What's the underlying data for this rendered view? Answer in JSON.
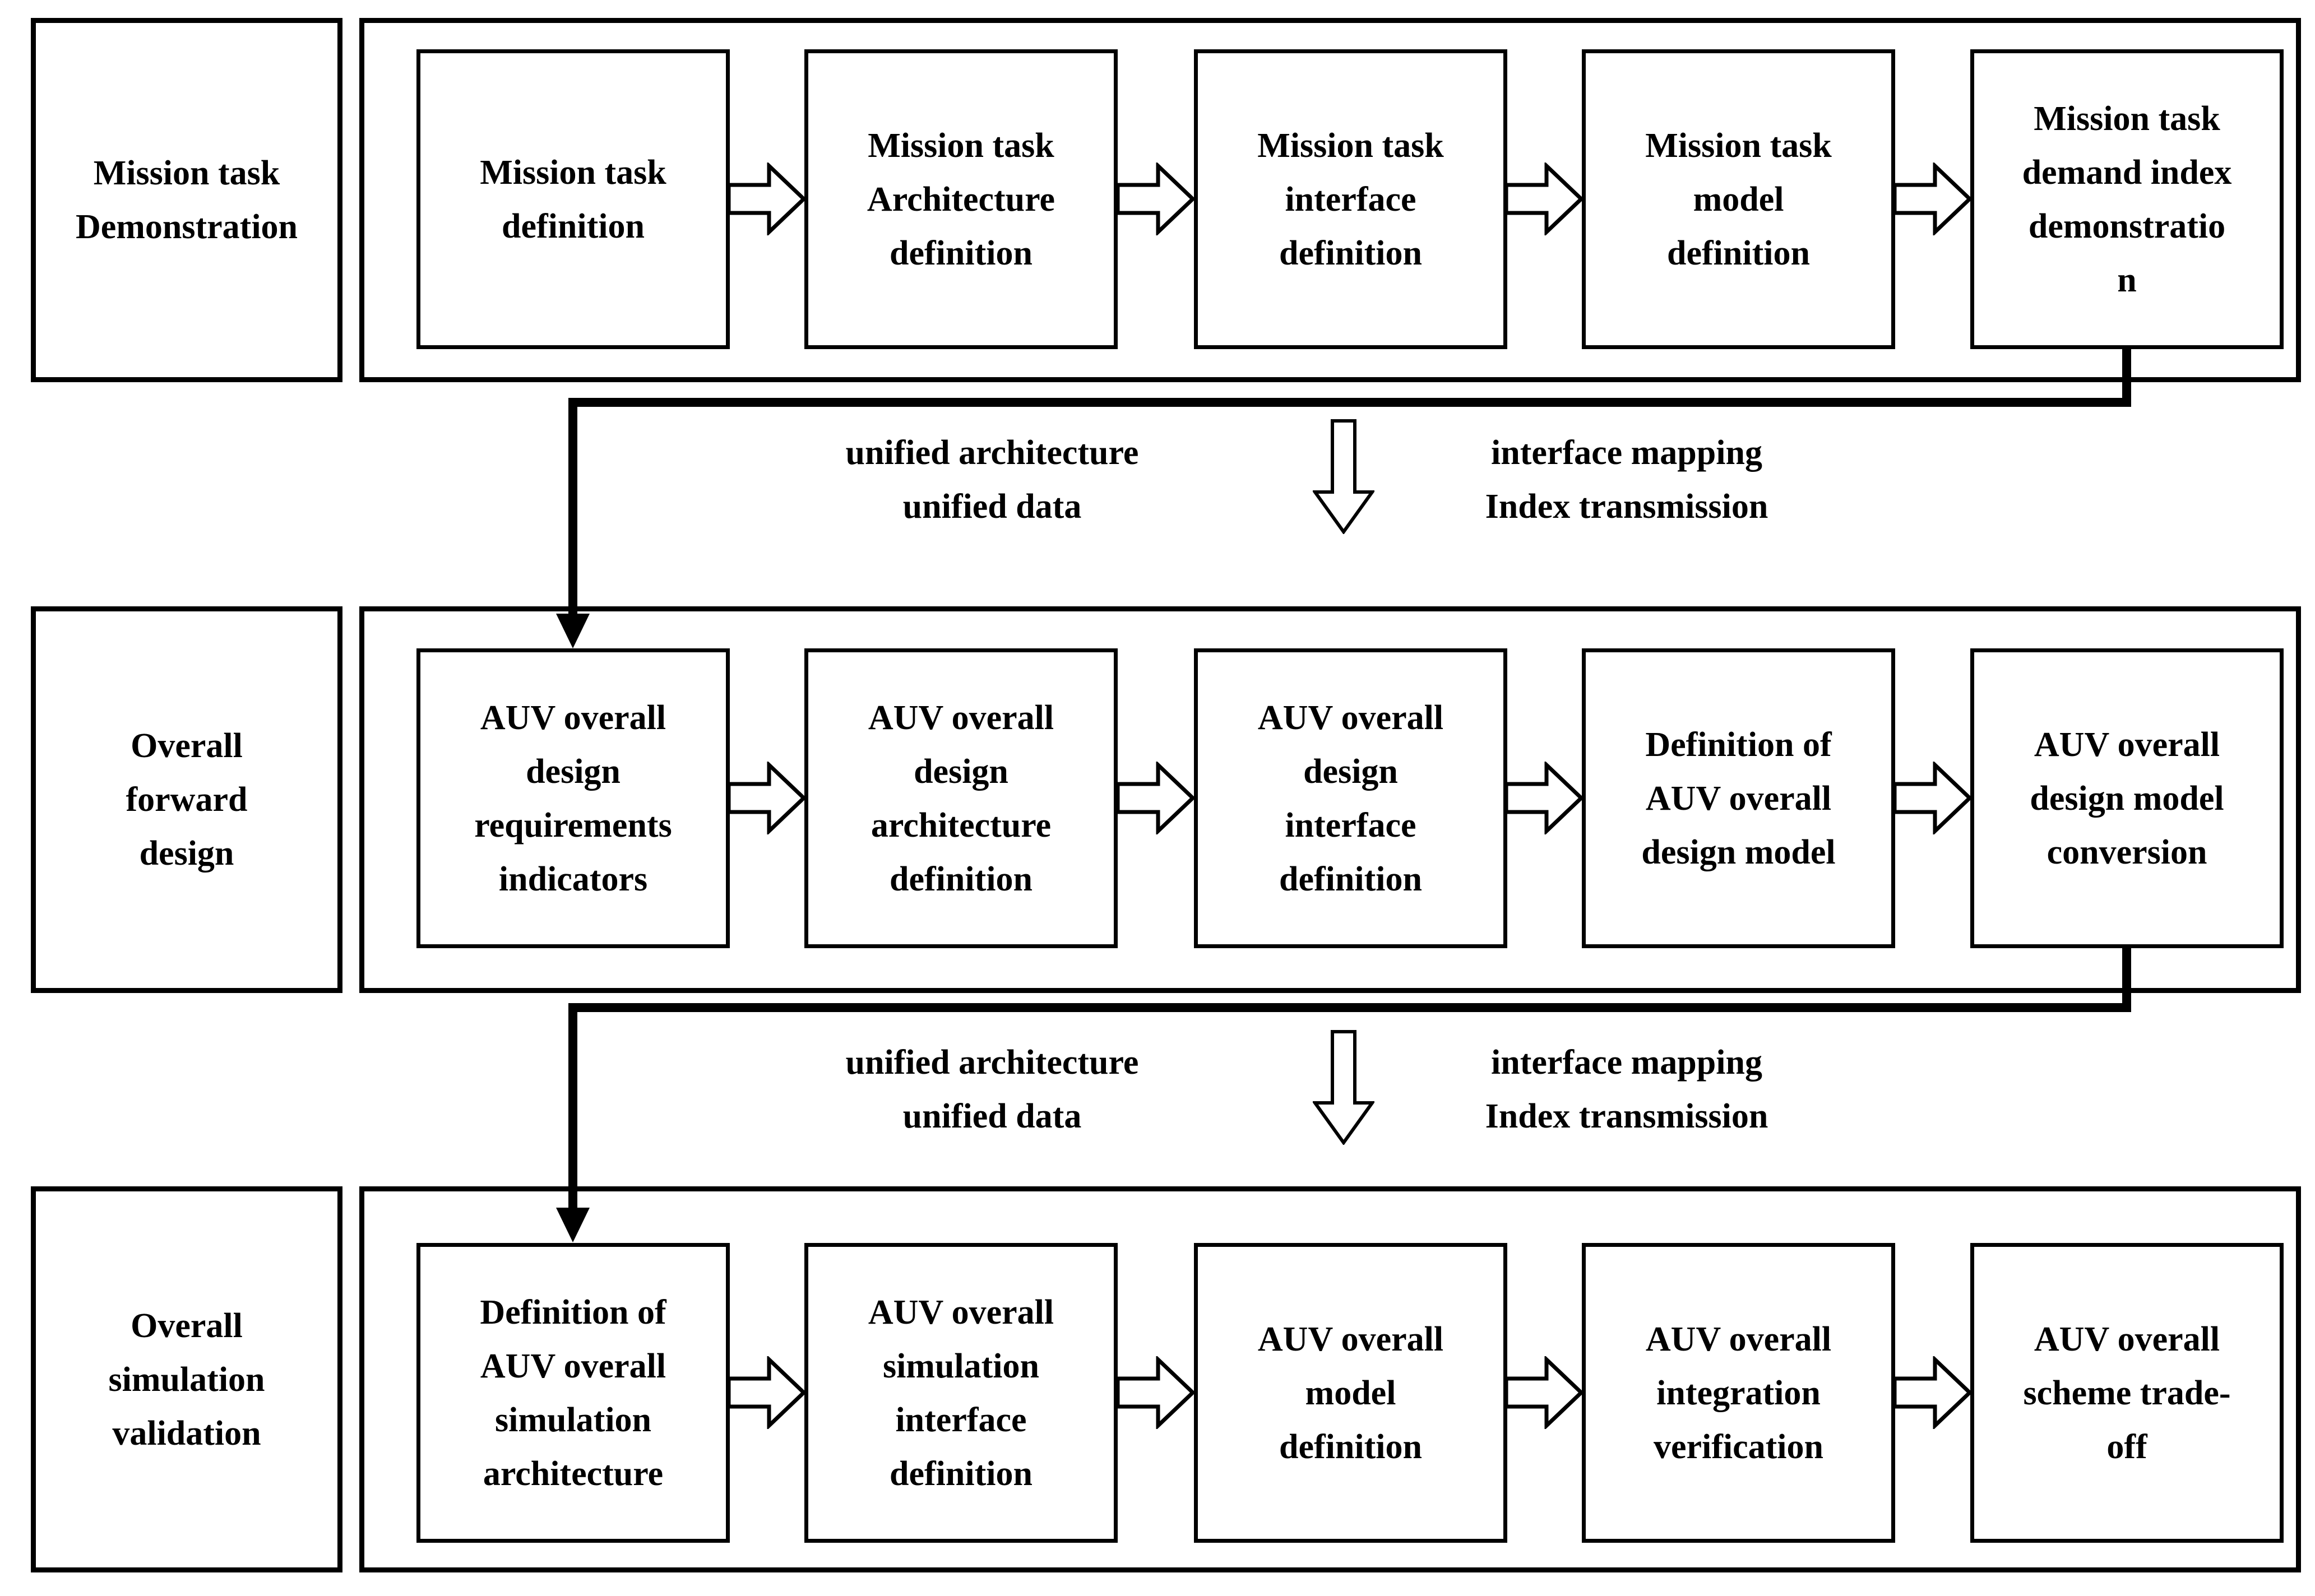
{
  "diagram": {
    "colors": {
      "line": "#000000",
      "background": "#ffffff",
      "text": "#000000"
    },
    "rows": [
      {
        "label": "Mission task\nDemonstration",
        "steps": [
          "Mission task\ndefinition",
          "Mission task\nArchitecture\ndefinition",
          "Mission task\ninterface\ndefinition",
          "Mission task\nmodel\ndefinition",
          "Mission task\ndemand index\ndemonstratio\nn"
        ]
      },
      {
        "label": "Overall\nforward\ndesign",
        "steps": [
          "AUV overall\ndesign\nrequirements\nindicators",
          "AUV overall\ndesign\narchitecture\ndefinition",
          "AUV overall\ndesign\ninterface\ndefinition",
          "Definition of\nAUV overall\ndesign model",
          "AUV overall\ndesign model\nconversion"
        ]
      },
      {
        "label": "Overall\nsimulation\nvalidation",
        "steps": [
          "Definition of\nAUV overall\nsimulation\narchitecture",
          "AUV overall\nsimulation\ninterface\ndefinition",
          "AUV overall\nmodel\ndefinition",
          "AUV overall\nintegration\nverification",
          "AUV overall\nscheme trade-\noff"
        ]
      }
    ],
    "transitions": [
      {
        "left_text": "unified architecture\nunified data",
        "right_text": "interface mapping\nIndex transmission"
      },
      {
        "left_text": "unified architecture\nunified data",
        "right_text": "interface mapping\nIndex transmission"
      }
    ]
  }
}
